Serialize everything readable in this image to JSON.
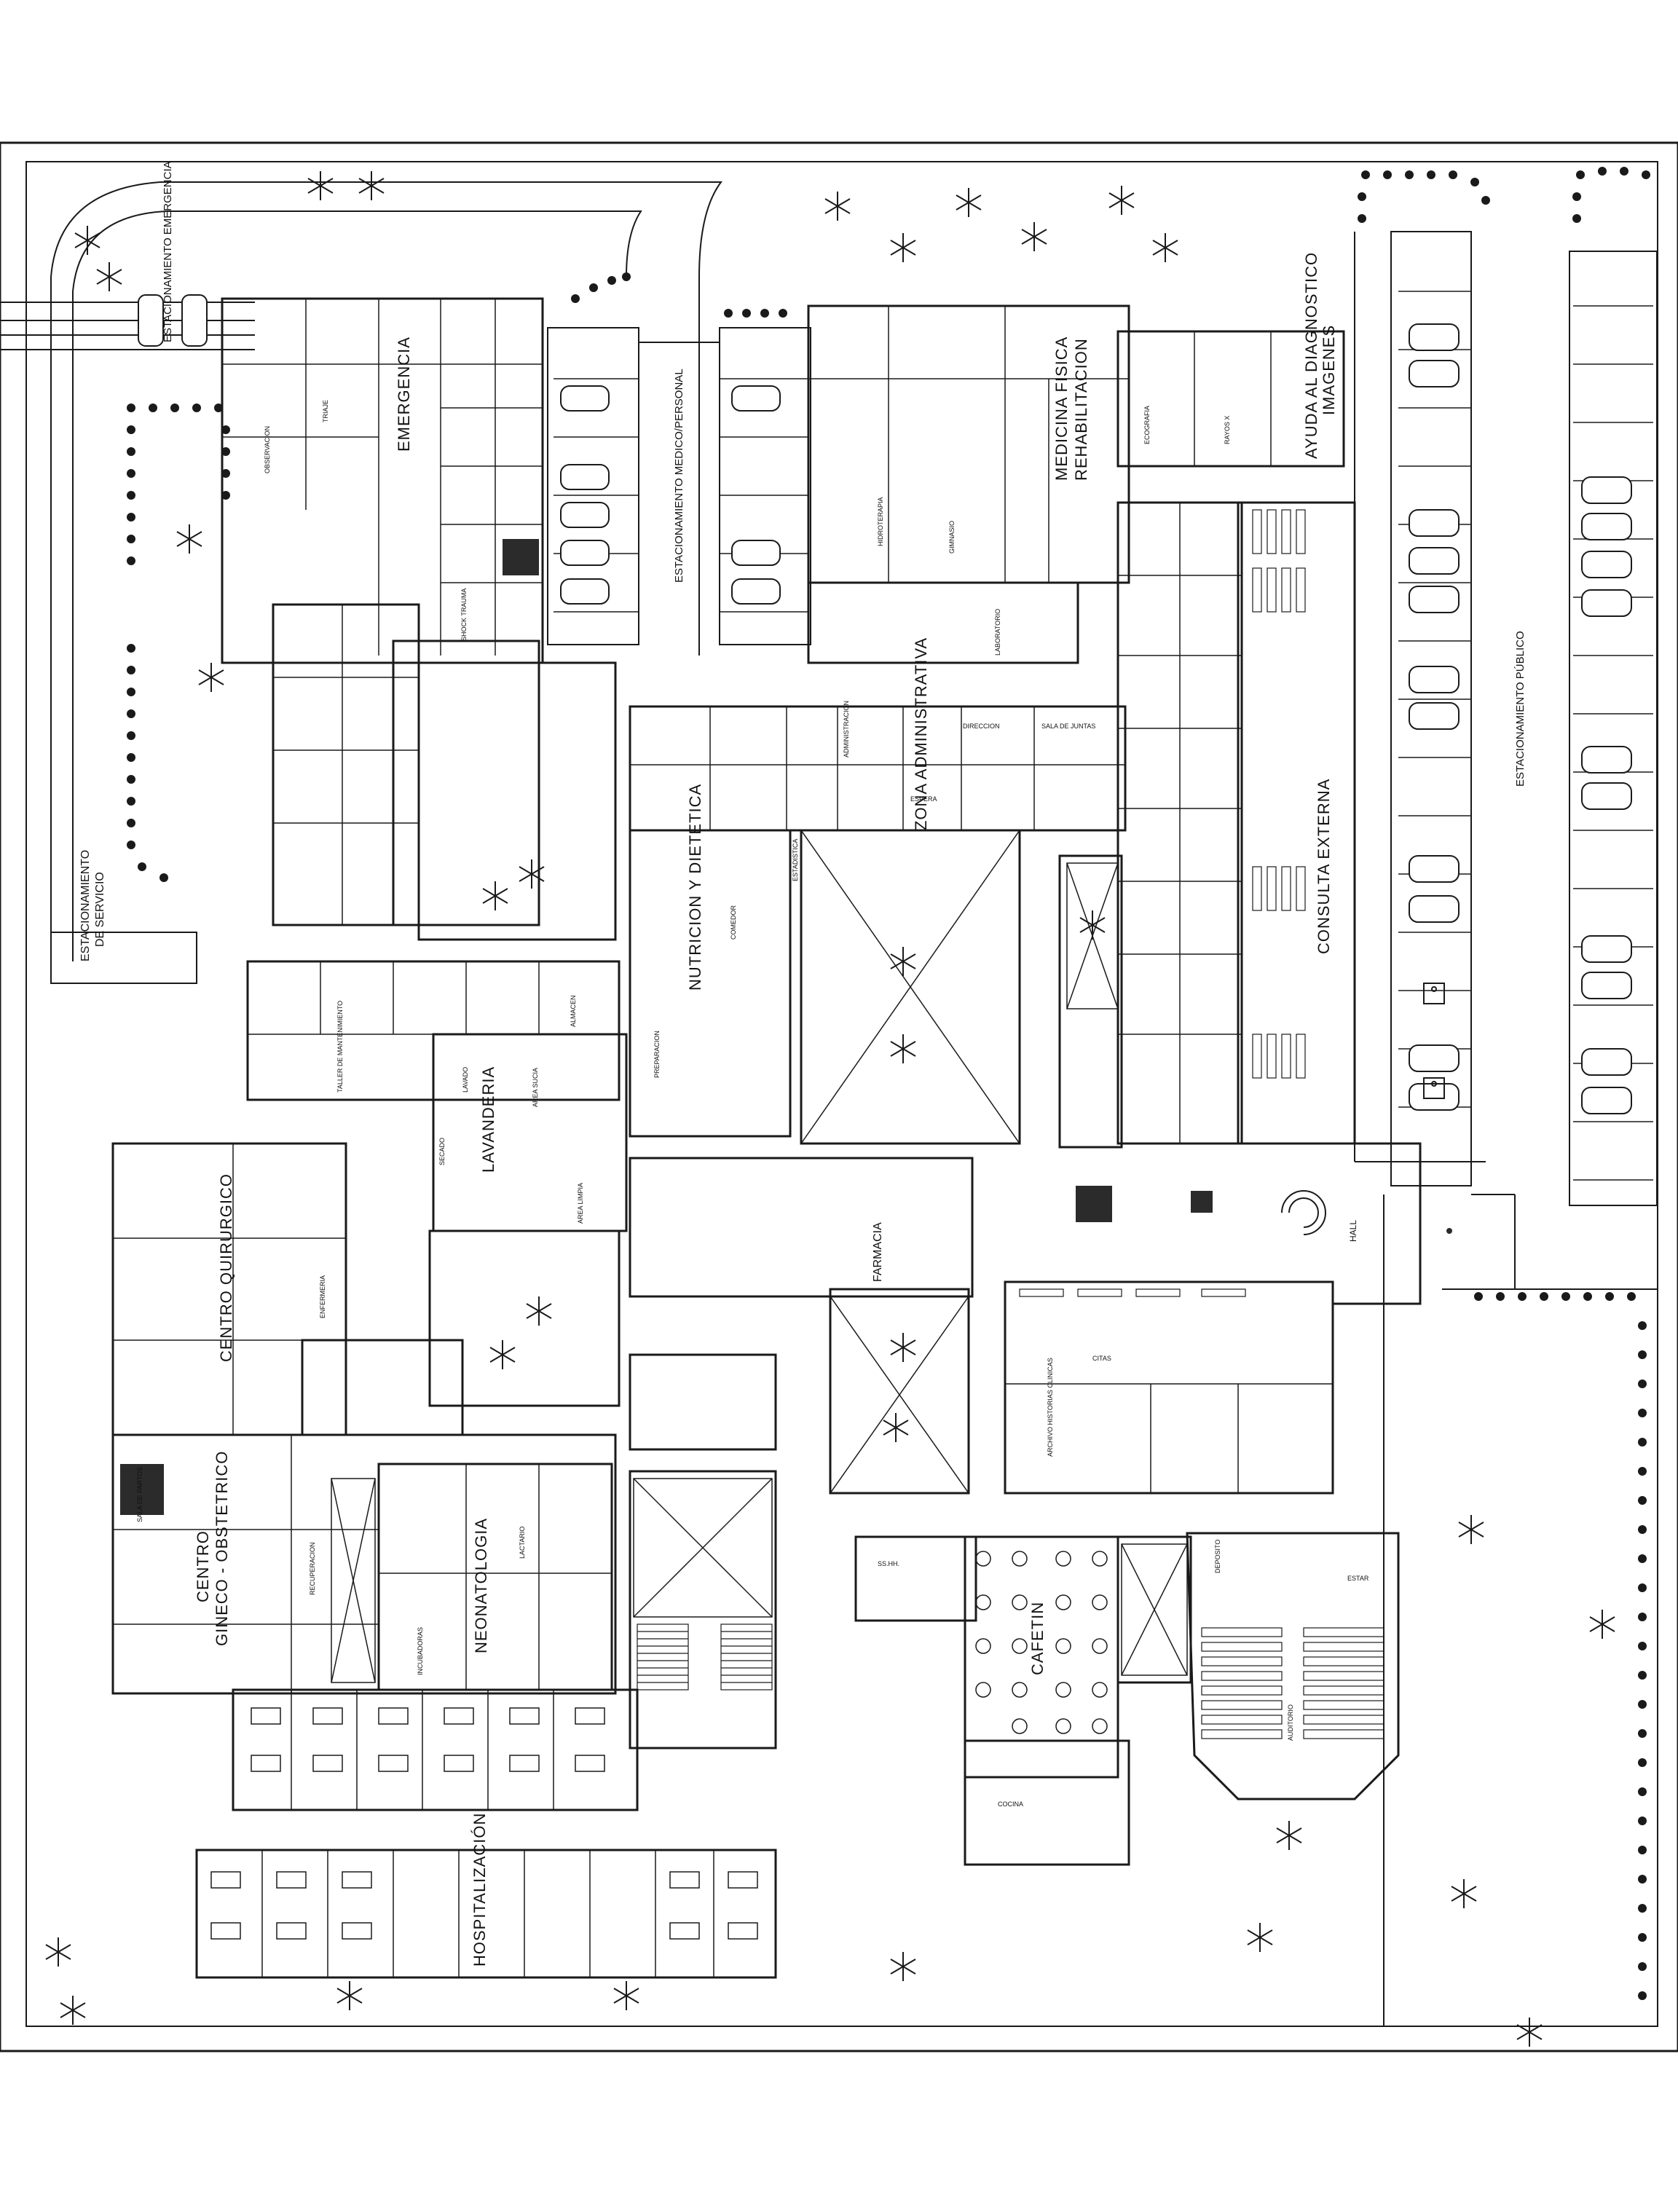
{
  "plan": {
    "zones": {
      "estac_emergencia": "ESTACIONAMIENTO EMERGENCIA",
      "emergencia": "EMERGENCIA",
      "estac_medico": "ESTACIONAMIENTO MEDICO/PERSONAL",
      "medicina_fisica": "MEDICINA FISICA",
      "rehabilitacion": "REHABILITACION",
      "ayuda_diagnostico": "AYUDA AL DIAGNOSTICO",
      "imagenes": "IMAGENES",
      "estac_publico": "ESTACIONAMIENTO PÚBLICO",
      "zona_administrativa": "ZONA ADMINISTRATIVA",
      "nutricion": "NUTRICION Y DIETETICA",
      "consulta_externa": "CONSULTA EXTERNA",
      "estac_servicio_1": "ESTACIONAMIENTO",
      "estac_servicio_2": "DE SERVICIO",
      "lavanderia": "LAVANDERIA",
      "centro_quirurgico": "CENTRO QUIRURGICO",
      "farmacia": "FARMACIA",
      "hall": "HALL",
      "gineco_centro": "CENTRO",
      "gineco_obstetrico": "GINECO - OBSTETRICO",
      "neonatologia": "NEONATOLOGIA",
      "cafetin": "CAFETIN",
      "hospitalizacion": "HOSPITALIZACIÓN"
    },
    "rooms": {
      "preparacion": "PREPARACION",
      "comedor": "COMEDOR",
      "archivo": "ARCHIVO HISTORIAS CLINICAS",
      "citas": "CITAS",
      "auditorio": "AUDITORIO",
      "deposito": "DEPOSITO",
      "estar": "ESTAR",
      "cocina": "COCINA",
      "direccion": "DIRECCION",
      "sala_juntas": "SALA DE JUNTAS",
      "administracion": "ADMINISTRACION",
      "espera": "ESPERA",
      "hidroterapia": "HIDROTERAPIA",
      "gimnasio": "GIMNASIO",
      "laboratorio": "LABORATORIO",
      "ecografia": "ECOGRAFIA",
      "rayos_x": "RAYOS X",
      "almacen": "ALMACEN",
      "taller": "TALLER DE MANTENIMIENTO",
      "lavado": "LAVADO",
      "secado": "SECADO",
      "area_sucia": "AREA SUCIA",
      "area_limpia": "AREA LIMPIA",
      "enfermeria": "ENFERMERIA",
      "triaje": "TRIAJE",
      "shock": "SHOCK TRAUMA",
      "observacion": "OBSERVACION",
      "sala_partos": "SALA DE PARTOS",
      "recuperacion": "RECUPERACION",
      "incubadoras": "INCUBADORAS",
      "lactario": "LACTARIO",
      "estadistica": "ESTADISTICA",
      "ss_hh": "SS.HH."
    },
    "colors": {
      "ink": "#1a1a1a",
      "paper": "#ffffff",
      "fill_dark": "#2b2b2b",
      "fill_grey": "#9a9a9a"
    }
  }
}
